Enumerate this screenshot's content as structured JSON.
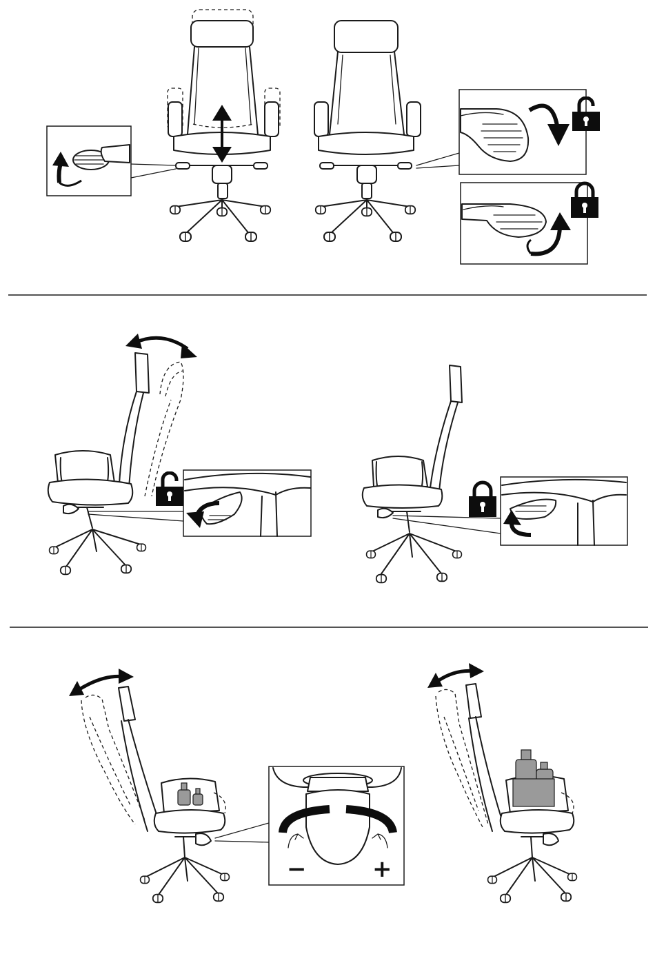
{
  "steps": [
    {
      "id": "seat-height",
      "lock_states": [
        "unlocked",
        "locked"
      ]
    },
    {
      "id": "backrest-tilt-lock",
      "lock_states": [
        "unlocked",
        "locked"
      ]
    },
    {
      "id": "tilt-tension",
      "symbols": {
        "decrease": "−",
        "increase": "+"
      }
    }
  ],
  "icons": [
    "padlock-open-icon",
    "padlock-closed-icon",
    "double-arrow-icon",
    "curved-arrow-icon",
    "tension-knob-icon",
    "weight-icon"
  ],
  "colors": {
    "line": "#1a1a1a",
    "fill": "#ffffff",
    "shade": "#9a9a9a"
  }
}
